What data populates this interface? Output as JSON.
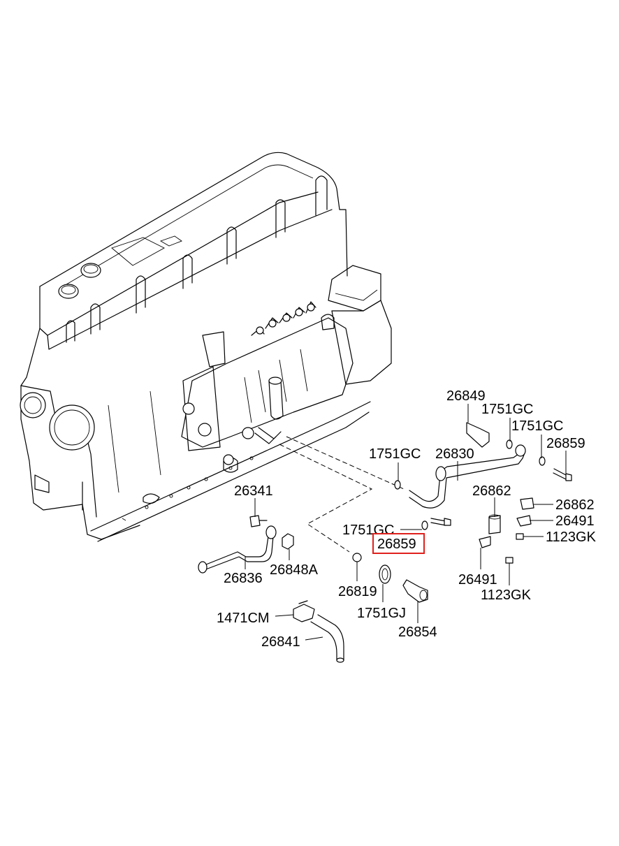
{
  "labels": {
    "p26849": "26849",
    "p1751gc_a": "1751GC",
    "p1751gc_b": "1751GC",
    "p26859_a": "26859",
    "p1751gc_c": "1751GC",
    "p26830": "26830",
    "p26862_a": "26862",
    "p26862_b": "26862",
    "p26491_a": "26491",
    "p1123gk_a": "1123GK",
    "p26341": "26341",
    "p1751gc_d": "1751GC",
    "p26859_b": "26859",
    "p26491_b": "26491",
    "p1123gk_b": "1123GK",
    "p26836": "26836",
    "p26848a": "26848A",
    "p26819": "26819",
    "p1751gj": "1751GJ",
    "p26854": "26854",
    "p1471cm": "1471CM",
    "p26841": "26841"
  },
  "highlight": {
    "label": "26859",
    "color": "#e0201c"
  }
}
